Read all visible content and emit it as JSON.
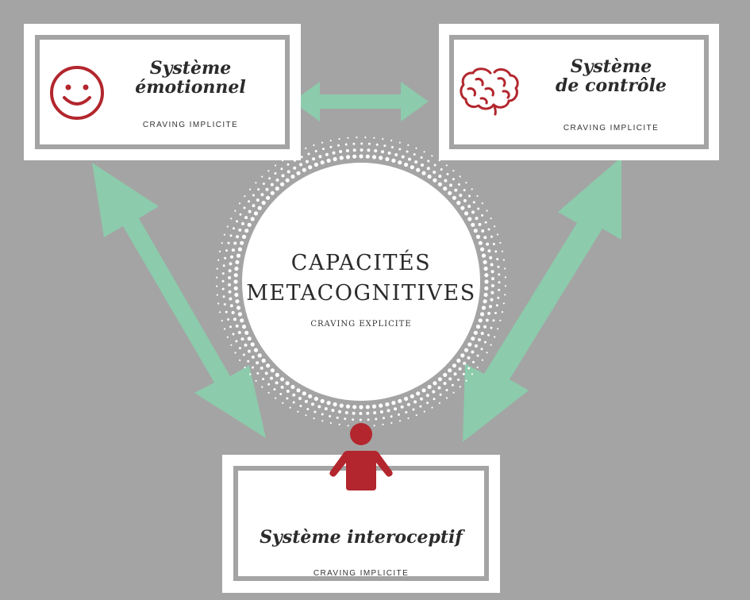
{
  "colors": {
    "background": "#a4a4a4",
    "arrow": "#8ccbac",
    "icon_red": "#b3262d",
    "box_white": "#ffffff",
    "text": "#2b2b2b"
  },
  "center": {
    "title_line1": "CAPACITÉS",
    "title_line2": "METACOGNITIVES",
    "subtitle": "CRAVING EXPLICITE"
  },
  "emotional": {
    "title_line1": "Système",
    "title_line2": "émotionnel",
    "label": "CRAVING IMPLICITE",
    "icon": "smiley-icon"
  },
  "control": {
    "title_line1": "Système",
    "title_line2": "de contrôle",
    "label": "CRAVING IMPLICITE",
    "icon": "brain-icon"
  },
  "interoceptive": {
    "title": "Système interoceptif",
    "label": "CRAVING IMPLICITE",
    "icon": "person-icon"
  }
}
